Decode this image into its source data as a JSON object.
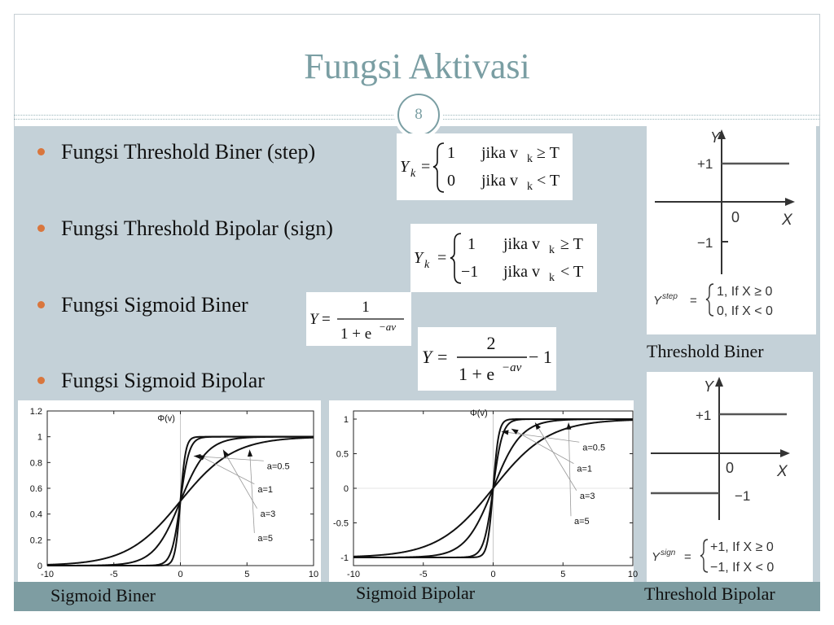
{
  "slide": {
    "title": "Fungsi Aktivasi",
    "page_number": "8",
    "colors": {
      "title": "#7a9ea3",
      "content_bg": "#c4d1d8",
      "band": "#7e9da2",
      "bullet": "#d9763d"
    }
  },
  "bullets": [
    {
      "text": "Fungsi Threshold Biner (step)"
    },
    {
      "text": "Fungsi Threshold Bipolar (sign)"
    },
    {
      "text": "Fungsi Sigmoid Biner"
    },
    {
      "text": "Fungsi Sigmoid Bipolar"
    }
  ],
  "formulas": {
    "step": {
      "lhs": "Y",
      "lhs_sub": "k",
      "case1": "1",
      "case1_cond": "jika v",
      "case1_rel": "≥ T",
      "case2": "0",
      "case2_cond": "jika v",
      "case2_rel": "< T",
      "v_sub": "k"
    },
    "sign": {
      "lhs": "Y",
      "lhs_sub": "k",
      "case1": "1",
      "case1_cond": "jika v",
      "case1_rel": "≥ T",
      "case2": "−1",
      "case2_cond": "jika v",
      "case2_rel": "< T",
      "v_sub": "k"
    },
    "sigmoid": {
      "lhs": "Y",
      "numerator": "1",
      "denominator": "1 + e",
      "exponent": "−av"
    },
    "sigmoid_bipolar": {
      "lhs": "Y",
      "numerator": "2",
      "denominator": "1 + e",
      "exponent": "−av",
      "suffix": "− 1"
    }
  },
  "threshold_panels": {
    "biner": {
      "caption": "Threshold Biner",
      "y_axis": "Y",
      "x_axis": "X",
      "origin": "0",
      "plus_one": "+1",
      "minus_one": "−1",
      "formula_lhs": "Y",
      "formula_lhs_sup": "step",
      "case1": "1, If X ≥ 0",
      "case2": "0, If X < 0"
    },
    "bipolar": {
      "caption": "Threshold Bipolar",
      "y_axis": "Y",
      "x_axis": "X",
      "origin": "0",
      "plus_one": "+1",
      "minus_one": "−1",
      "formula_lhs": "Y",
      "formula_lhs_sup": "sign",
      "case1": "+1, If X ≥ 0",
      "case2": "−1, If X < 0"
    }
  },
  "chart_data": [
    {
      "type": "line",
      "caption": "Sigmoid Biner",
      "ylabel": "Φ(v)",
      "xlim": [
        -10,
        10
      ],
      "ylim": [
        0,
        1.2
      ],
      "xticks": [
        -10,
        -5,
        0,
        5,
        10
      ],
      "yticks": [
        0,
        0.2,
        0.4,
        0.6,
        0.8,
        1,
        1.2
      ],
      "xtick_labels": [
        "-10",
        "-5",
        "0",
        "5",
        "10"
      ],
      "ytick_labels": [
        "0",
        "0.2",
        "0.4",
        "0.6",
        "0.8",
        "1",
        "1.2"
      ],
      "function": "1/(1+exp(-a*v))",
      "series": [
        {
          "name": "a=0.5",
          "a": 0.5
        },
        {
          "name": "a=1",
          "a": 1
        },
        {
          "name": "a=3",
          "a": 3
        },
        {
          "name": "a=5",
          "a": 5
        }
      ],
      "label_points": [
        {
          "text": "a=0.5",
          "x": 6.5,
          "y": 0.75
        },
        {
          "text": "a=1",
          "x": 5.8,
          "y": 0.57
        },
        {
          "text": "a=3",
          "x": 6.0,
          "y": 0.38
        },
        {
          "text": "a=5",
          "x": 5.8,
          "y": 0.19
        }
      ],
      "arrow_points": [
        {
          "x": 1.0,
          "y": 0.85
        },
        {
          "x": 1.3,
          "y": 0.86
        },
        {
          "x": 3.2,
          "y": 0.9
        },
        {
          "x": 5.2,
          "y": 0.9
        }
      ]
    },
    {
      "type": "line",
      "caption": "Sigmoid Bipolar",
      "ylabel": "Φ(v)",
      "xlim": [
        -10,
        10
      ],
      "ylim": [
        -1.2,
        1.2
      ],
      "xticks": [
        -10,
        -5,
        0,
        5,
        10
      ],
      "yticks": [
        -1,
        -0.5,
        0,
        0.5,
        1
      ],
      "xtick_labels": [
        "-10",
        "-5",
        "0",
        "5",
        "10"
      ],
      "ytick_labels": [
        "-1",
        "-0.5",
        "0",
        "0.5",
        "1"
      ],
      "function": "2/(1+exp(-a*v))-1",
      "series": [
        {
          "name": "a=0.5",
          "a": 0.5
        },
        {
          "name": "a=1",
          "a": 1
        },
        {
          "name": "a=3",
          "a": 3
        },
        {
          "name": "a=5",
          "a": 5
        }
      ],
      "label_points": [
        {
          "text": "a=0.5",
          "x": 6.4,
          "y": 0.55
        },
        {
          "text": "a=1",
          "x": 6.0,
          "y": 0.24
        },
        {
          "text": "a=3",
          "x": 6.2,
          "y": -0.15
        },
        {
          "text": "a=5",
          "x": 5.8,
          "y": -0.52
        }
      ],
      "arrow_points": [
        {
          "x": 0.6,
          "y": 0.82
        },
        {
          "x": 1.3,
          "y": 0.86
        },
        {
          "x": 3.0,
          "y": 0.95
        },
        {
          "x": 5.4,
          "y": 0.95
        }
      ]
    }
  ]
}
